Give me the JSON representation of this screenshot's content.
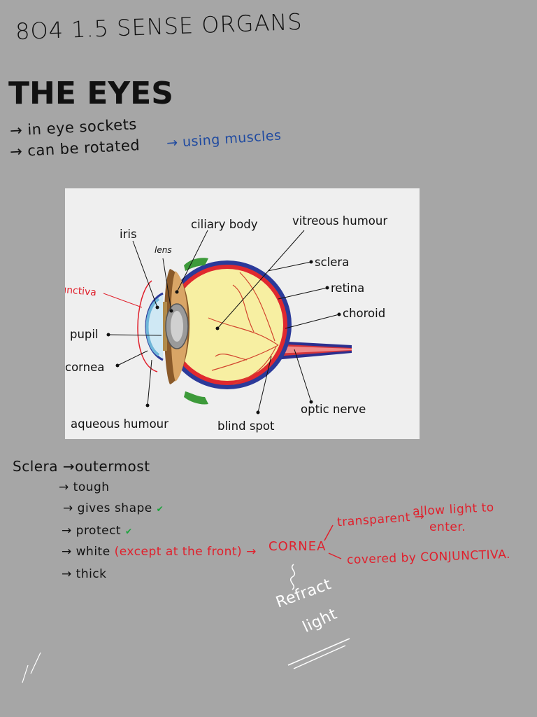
{
  "title": "8O4 1.5 SENSE ORGANS",
  "heading": "THE EYES",
  "bullets": [
    "→ in eye sockets",
    "→ can be rotated"
  ],
  "rotated_note": "→ using muscles",
  "diagram": {
    "labels": {
      "iris": "iris",
      "ciliary_body": "ciliary body",
      "vitreous_humour": "vitreous humour",
      "lens": "lens",
      "sclera": "sclera",
      "retina": "retina",
      "choroid": "choroid",
      "pupil": "pupil",
      "cornea": "cornea",
      "aqueous_humour": "aqueous humour",
      "blind_spot": "blind spot",
      "optic_nerve": "optic nerve",
      "conjunctiva": "Conjunctiva"
    }
  },
  "sclera_notes": {
    "term": "Sclera →outermost",
    "items": [
      "→ tough",
      "→ gives shape",
      "→ protect",
      "→ white",
      "→ thick"
    ],
    "white_detail": "(except at the front) →",
    "cornea": "CORNEA",
    "transparent": "transparent →",
    "allow": "allow light to",
    "enter": "enter.",
    "covered": "covered by CONJUNCTIVA.",
    "refract": "Refract",
    "light": "light"
  },
  "colors": {
    "background": "#a6a6a6",
    "ink": "#111111",
    "red_ink": "#e0202c",
    "blue_ink": "#1f4aa0",
    "tick_green": "#1aa33a"
  }
}
